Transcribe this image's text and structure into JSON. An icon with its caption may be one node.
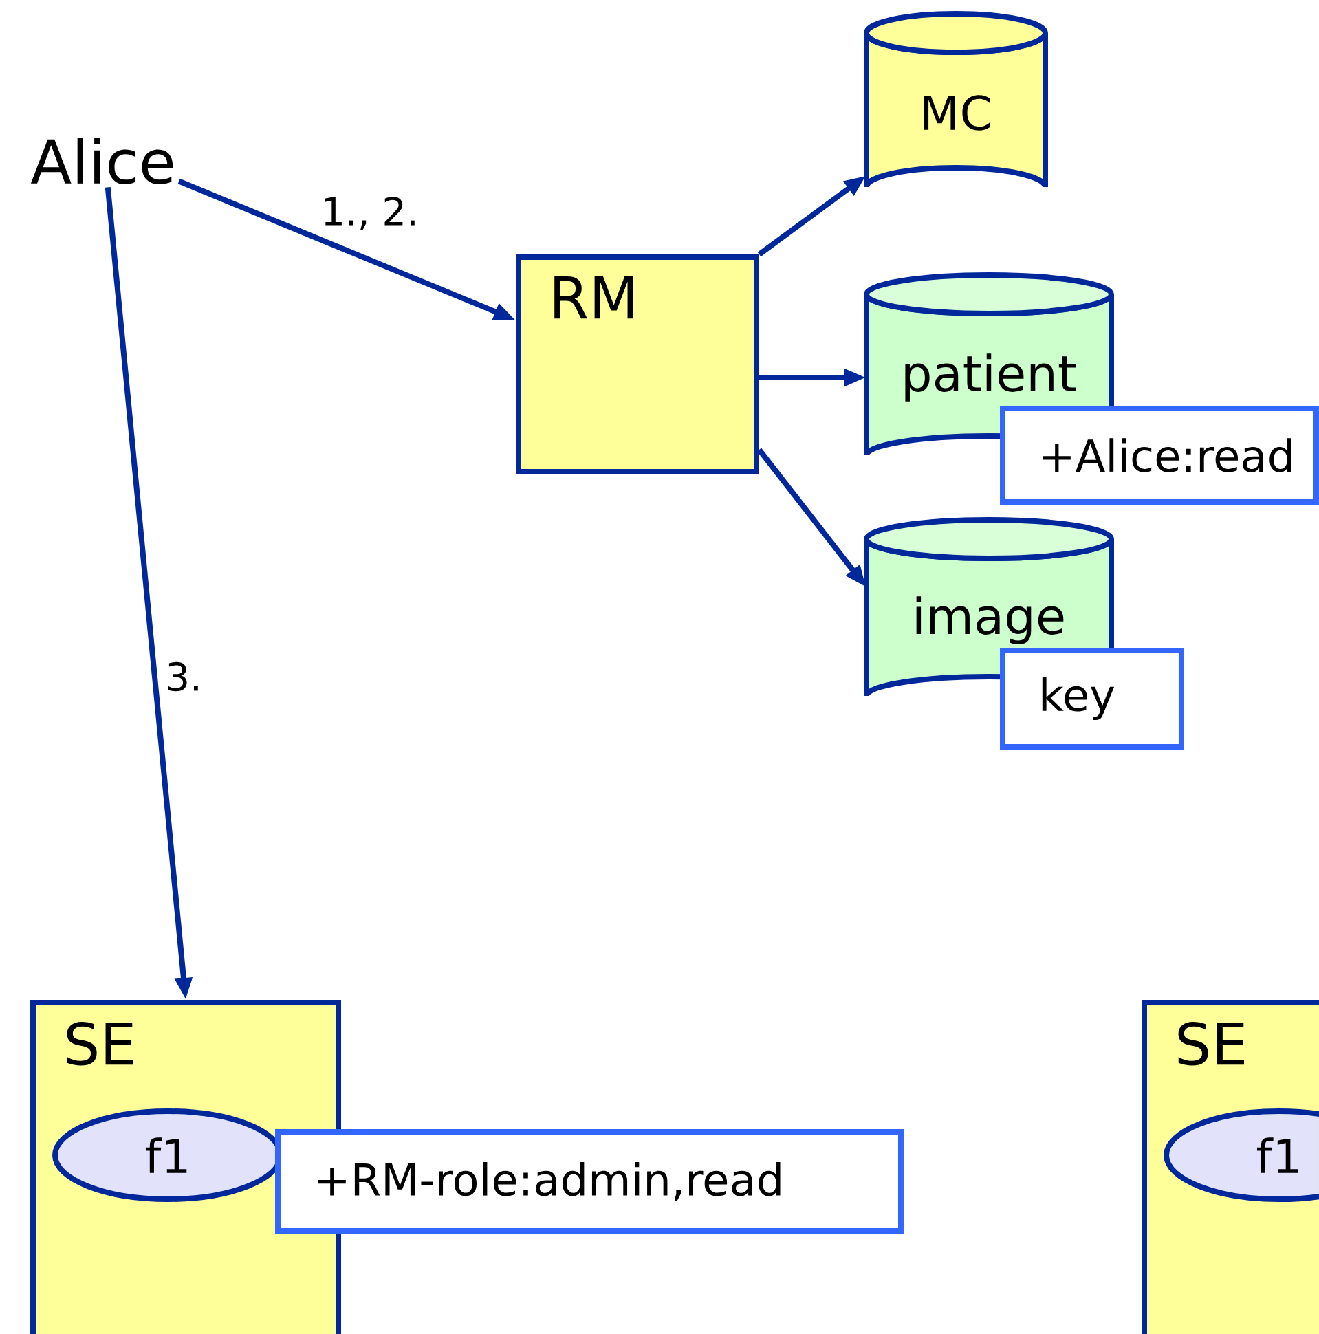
{
  "diagram": {
    "nodes": [
      {
        "text": [
          "Alice"
        ]
      },
      {
        "text": [
          "RM"
        ]
      },
      {
        "text": [
          "MC"
        ]
      },
      {
        "text": [
          "patient"
        ]
      },
      {
        "text": [
          "+Alice:read"
        ]
      },
      {
        "text": [
          "image"
        ]
      },
      {
        "text": [
          "key"
        ]
      },
      {
        "text": [
          "SE"
        ]
      },
      {
        "text": [
          "f1"
        ],
        "in": 7
      },
      {
        "text": [
          "+RM-role:admin,read"
        ]
      },
      {
        "text": [
          "SE"
        ]
      },
      {
        "text": [
          "f1"
        ],
        "in": 10
      }
    ],
    "edges": [
      {
        "from": 0,
        "to": 1,
        "arrow": "to",
        "label": "1., 2."
      },
      {
        "from": 0,
        "to": 7,
        "arrow": "to",
        "label": "3."
      },
      {
        "from": 1,
        "to": 2,
        "arrow": "to"
      },
      {
        "from": 1,
        "to": 3,
        "arrow": "to"
      },
      {
        "from": 1,
        "to": 5,
        "arrow": "to"
      }
    ]
  }
}
